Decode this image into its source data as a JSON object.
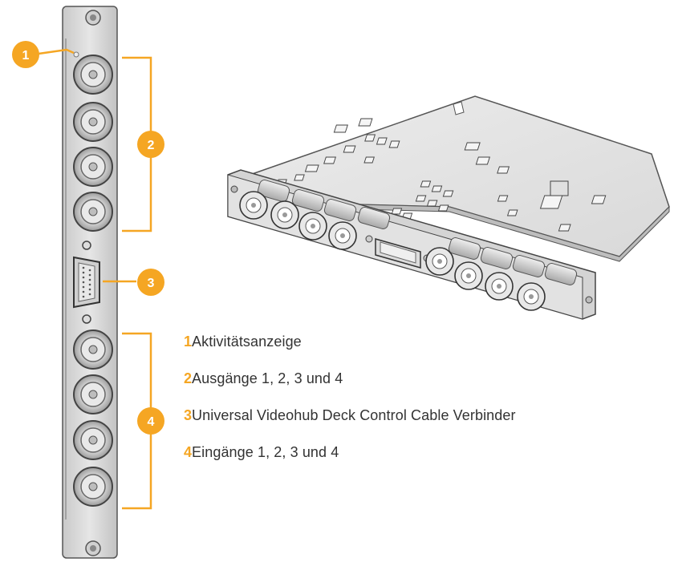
{
  "accent_color": "#f5a623",
  "callouts": [
    {
      "number": "1",
      "label": "Aktivitätsanzeige"
    },
    {
      "number": "2",
      "label": "Ausgänge 1, 2, 3 und 4"
    },
    {
      "number": "3",
      "label": "Universal Videohub Deck Control Cable Verbinder"
    },
    {
      "number": "4",
      "label": "Eingänge 1, 2, 3 und 4"
    }
  ]
}
